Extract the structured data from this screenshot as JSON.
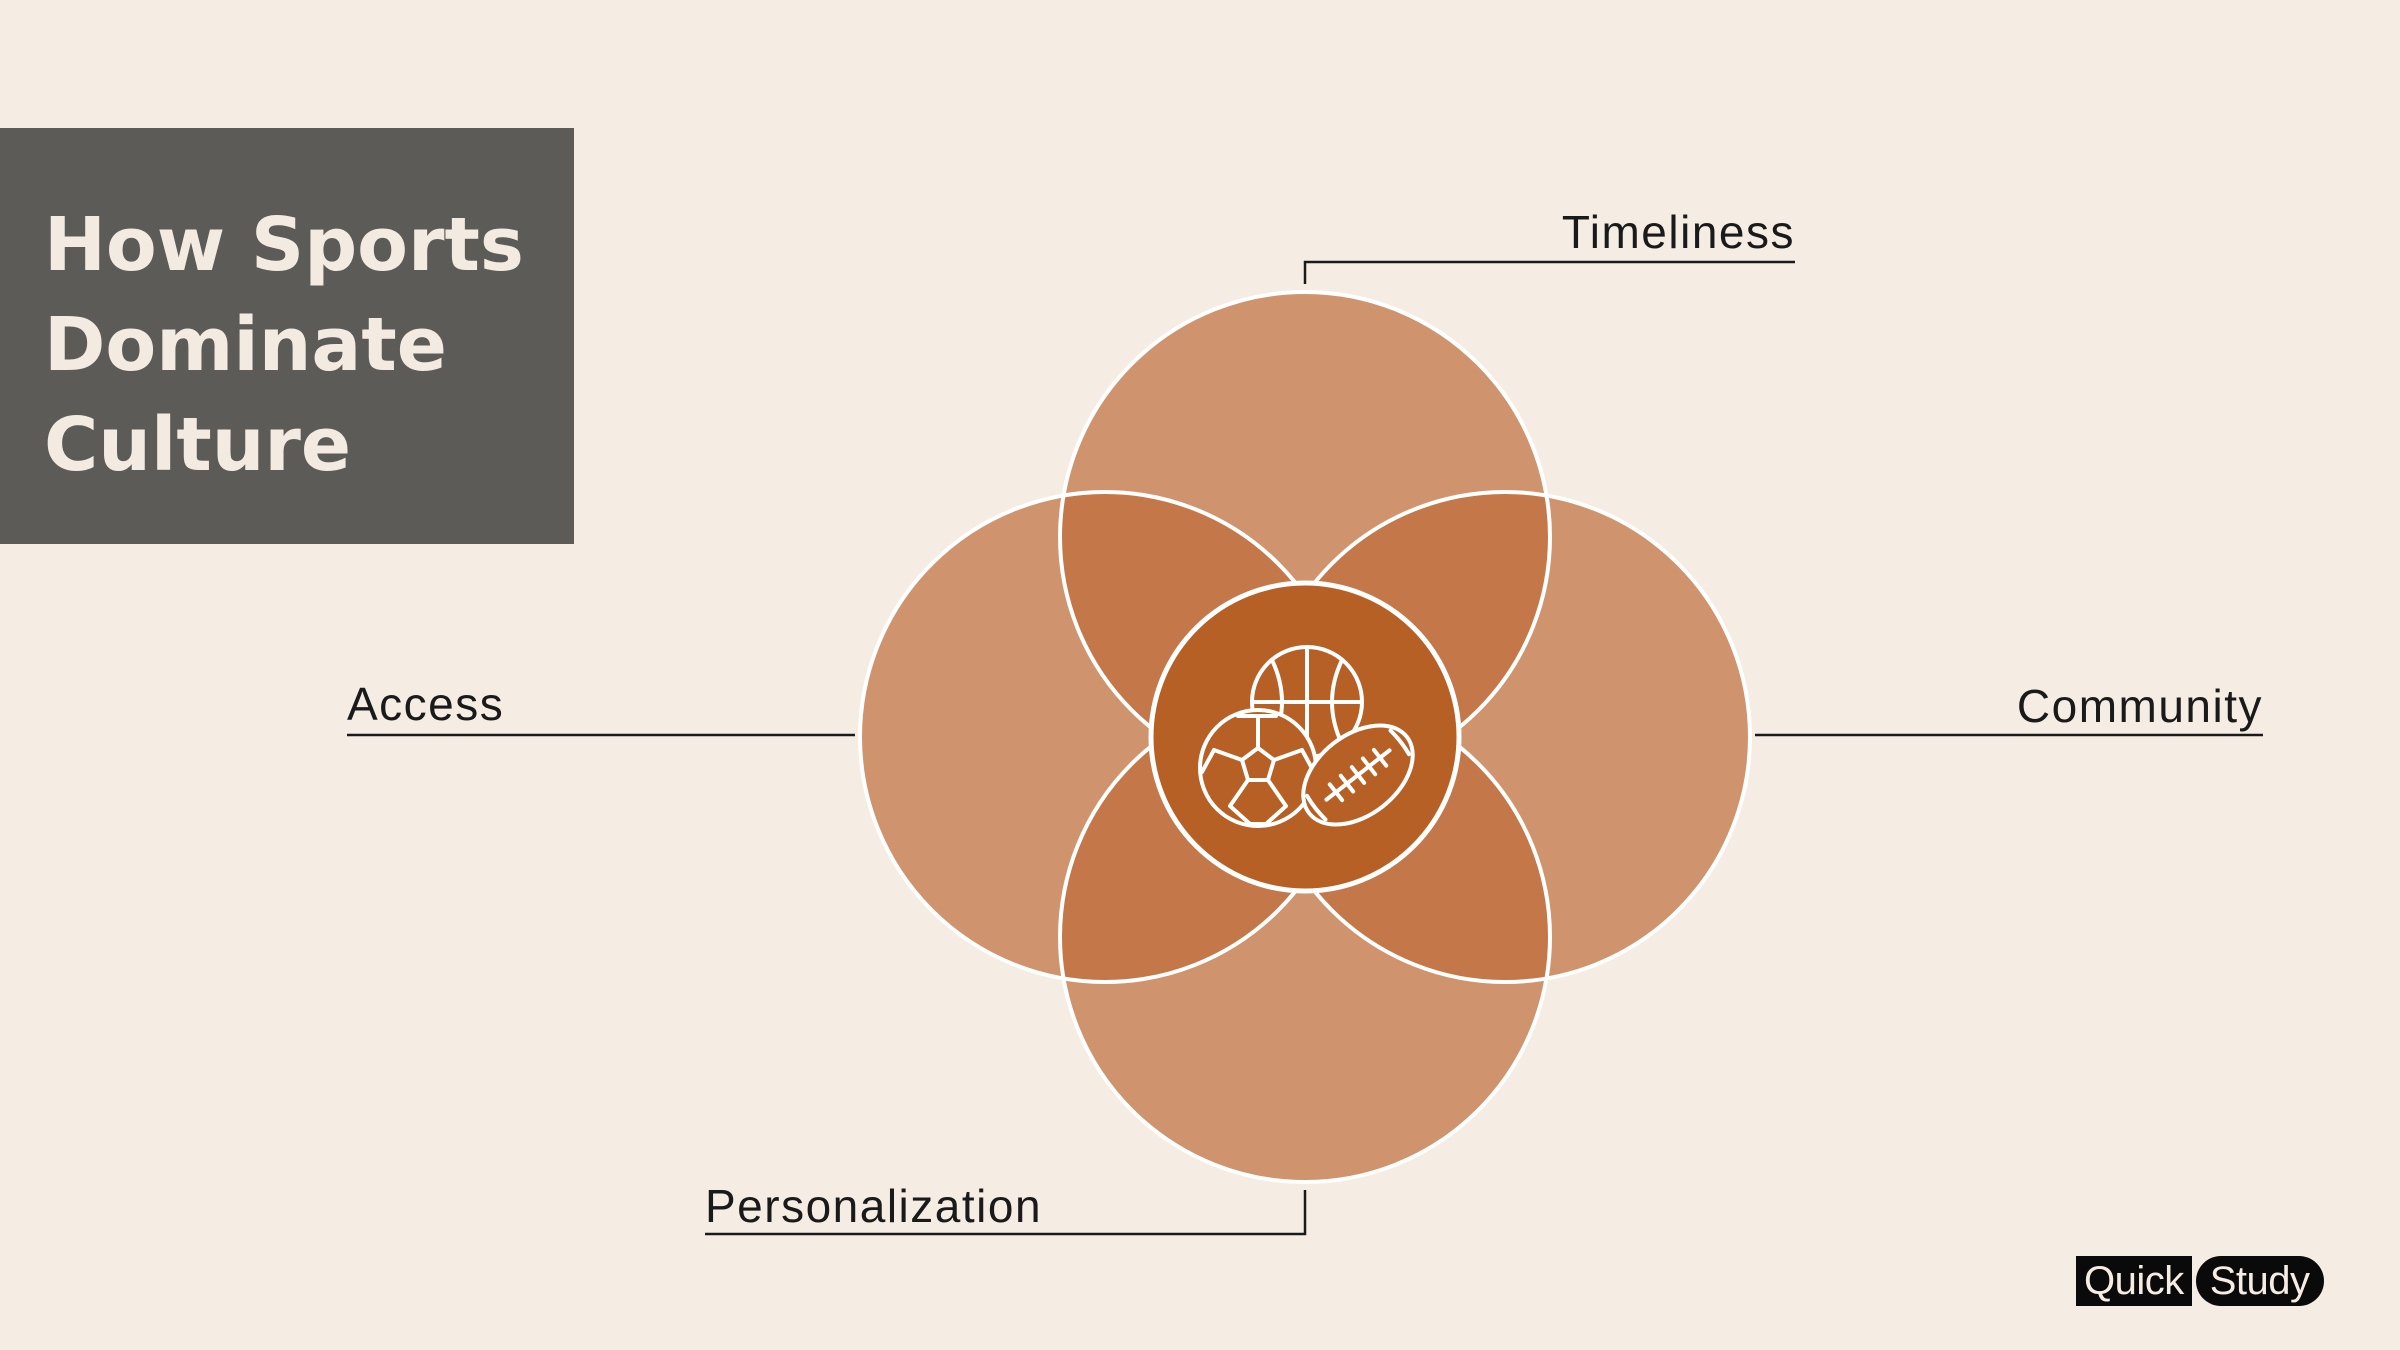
{
  "title": {
    "lines": [
      "How Sports",
      "Dominate",
      "Culture"
    ]
  },
  "diagram": {
    "center_icon": "sports-balls-icon",
    "petals": [
      {
        "id": "top",
        "label": "Timeliness"
      },
      {
        "id": "right",
        "label": "Community"
      },
      {
        "id": "bottom",
        "label": "Personalization"
      },
      {
        "id": "left",
        "label": "Access"
      }
    ]
  },
  "logo": {
    "word1": "Quick",
    "word2": "Study"
  },
  "colors": {
    "background": "#f5ede4",
    "petal": "#cf946d",
    "overlap": "#c47748",
    "center": "#b76026",
    "outline": "#ffffff",
    "title_box": "#5d5b58",
    "title_text": "#f3ebe1",
    "label_text": "#1a1a1a"
  }
}
